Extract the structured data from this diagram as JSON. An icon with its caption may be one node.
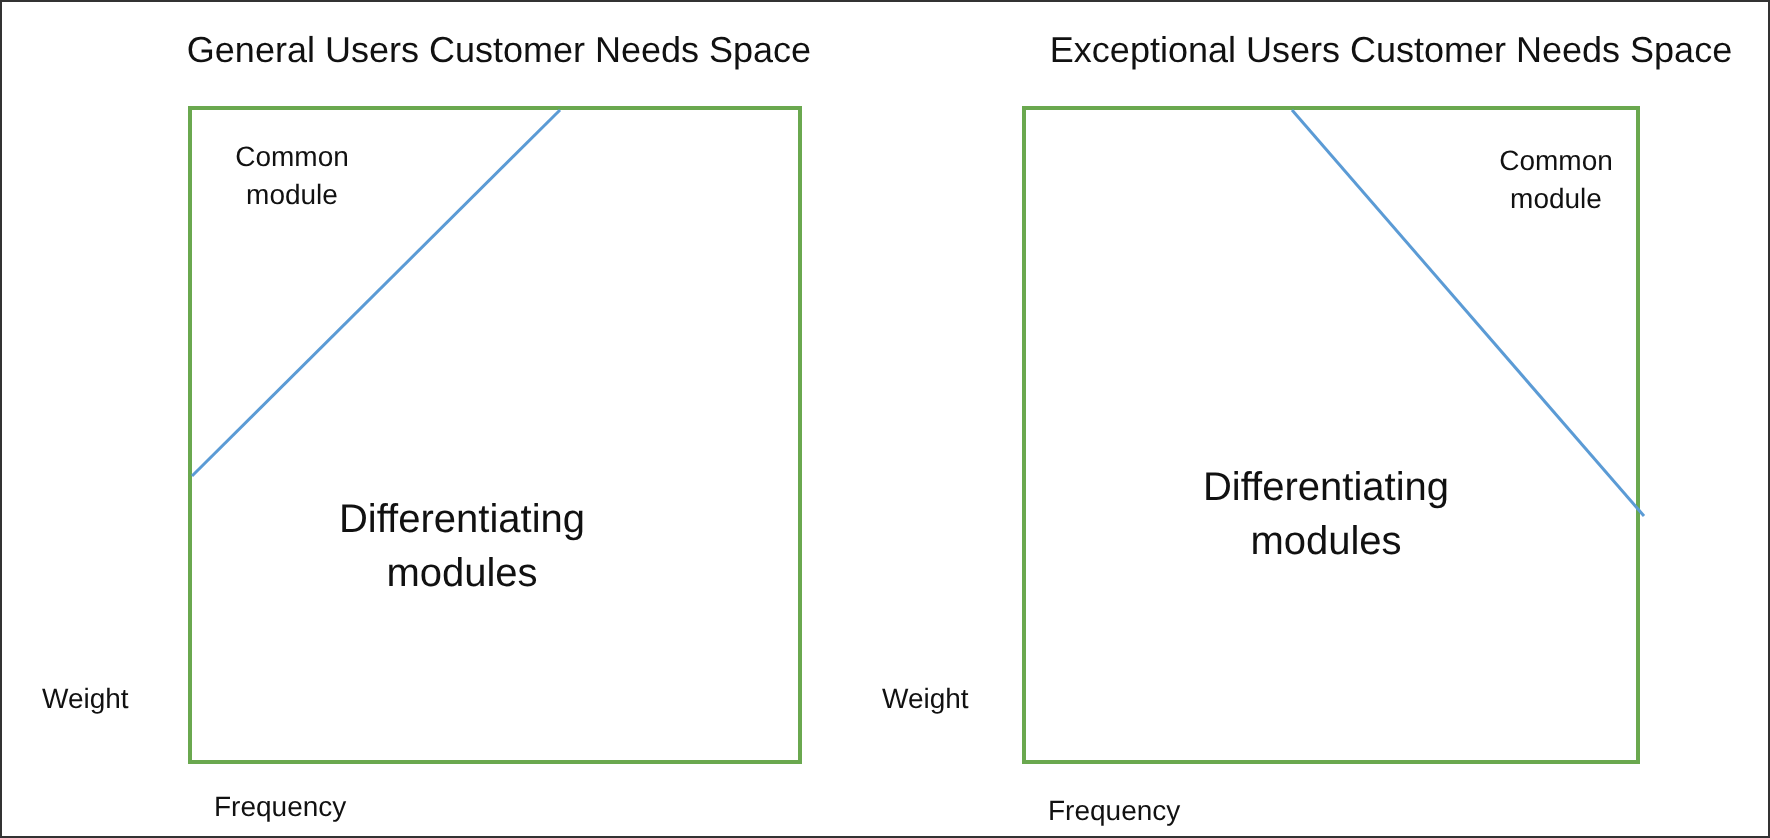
{
  "diagram": {
    "nodes": [
      {
        "text": [
          "General Users Customer Needs Space"
        ]
      },
      {
        "text": [
          "Common module"
        ],
        "in": 0
      },
      {
        "text": [
          "Differentiating modules"
        ],
        "in": 0
      },
      {
        "text": [
          "Exceptional Users Customer Needs Space"
        ]
      },
      {
        "text": [
          "Common module"
        ],
        "in": 3
      },
      {
        "text": [
          "Differentiating modules"
        ],
        "in": 3
      }
    ],
    "edges": [],
    "labels": [
      "Weight",
      "Weight",
      "Frequency",
      "Frequency"
    ]
  }
}
